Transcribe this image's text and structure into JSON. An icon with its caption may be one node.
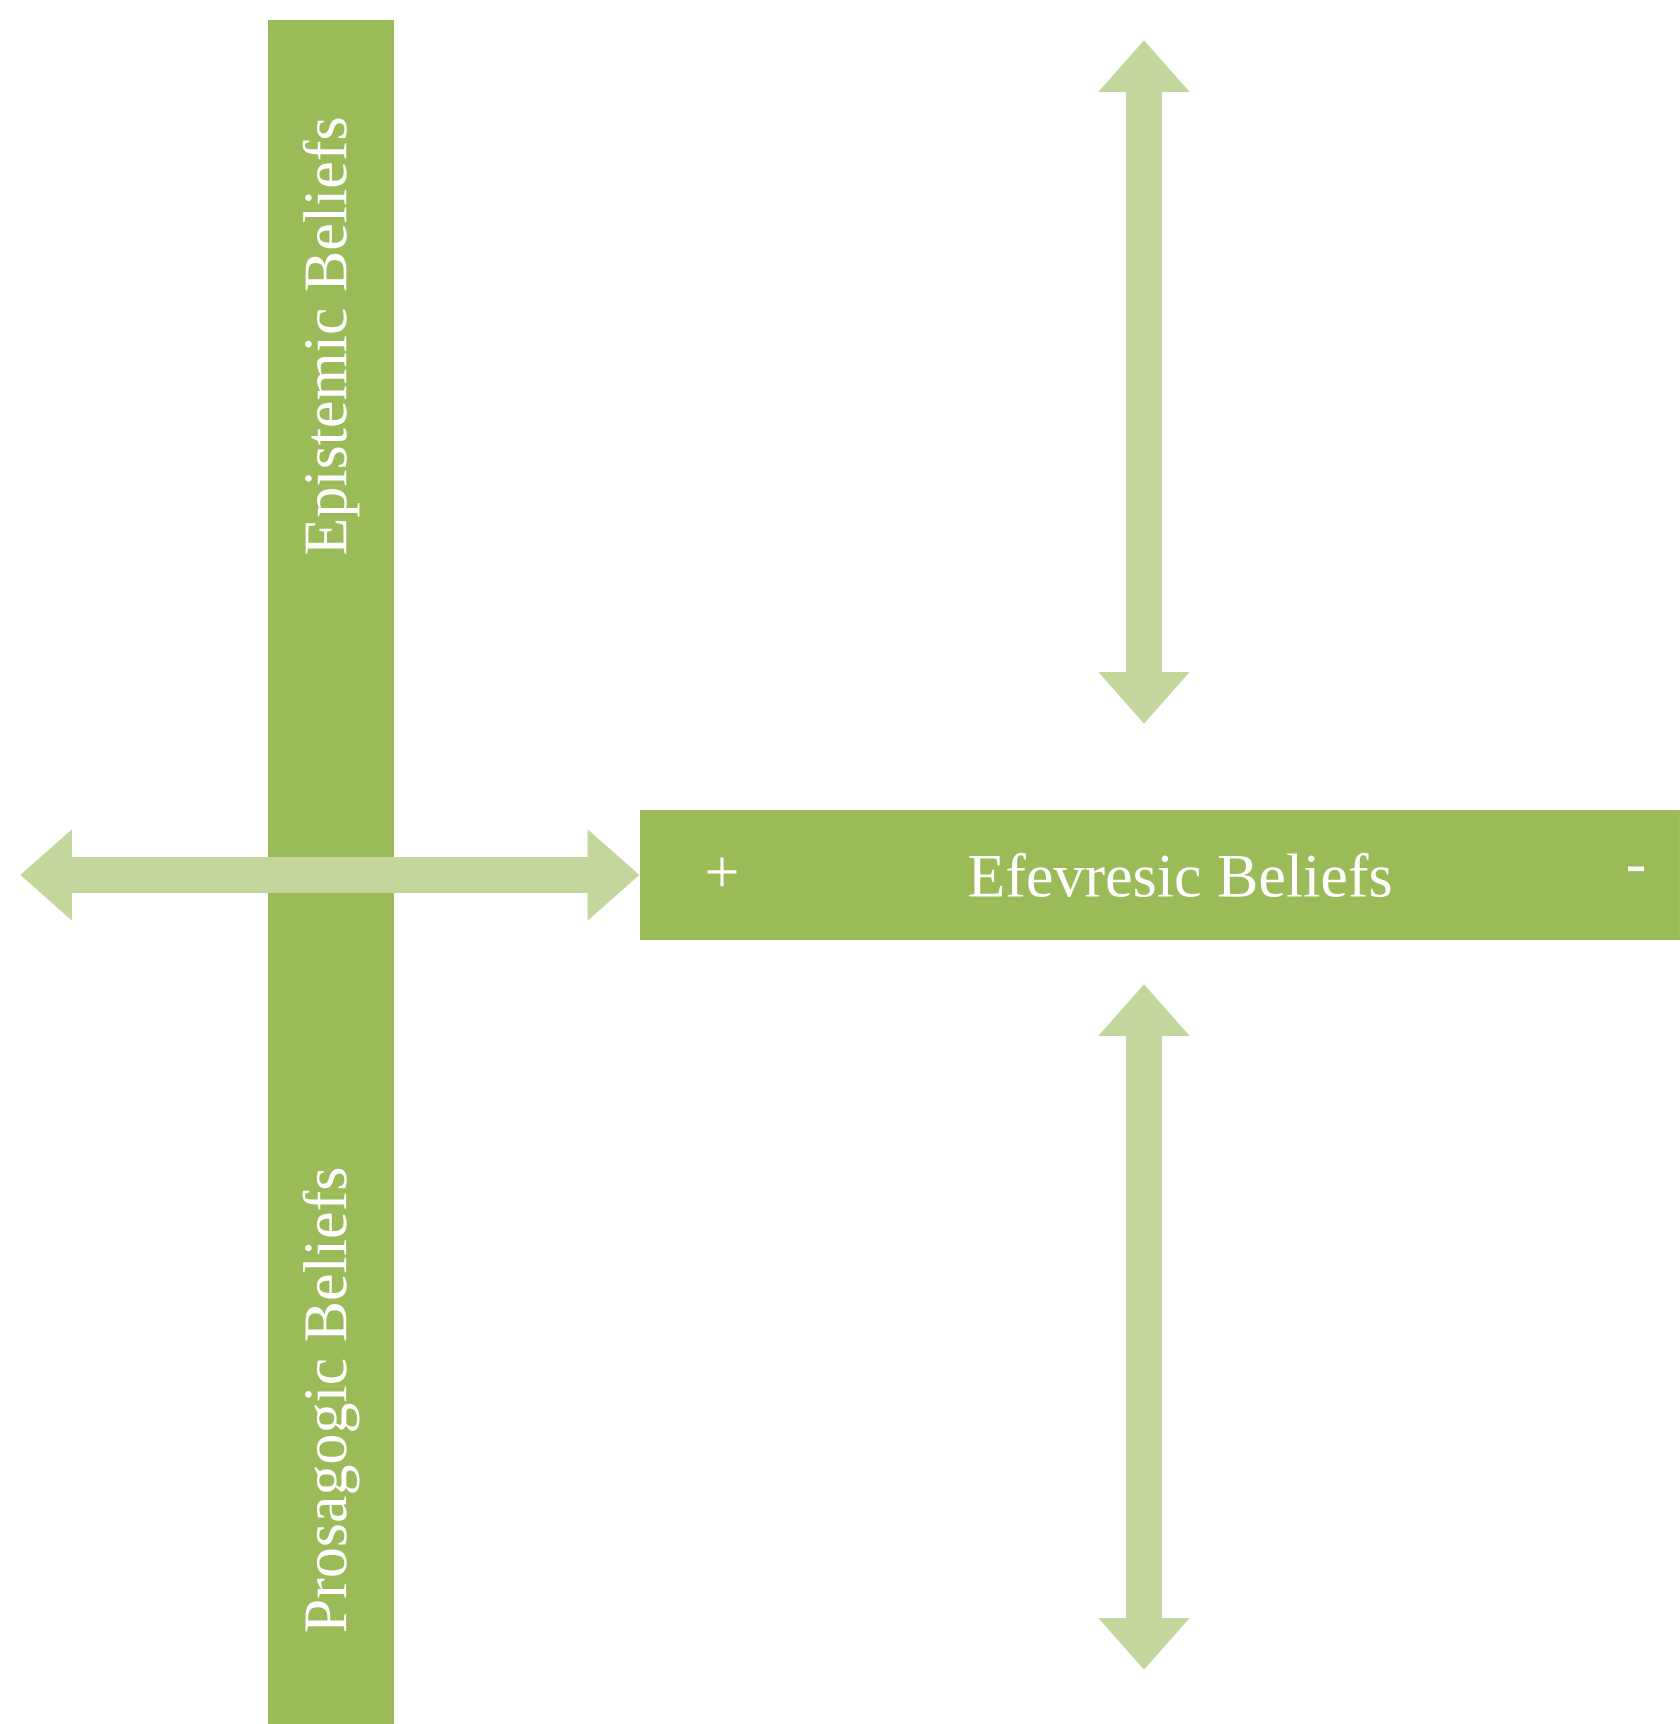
{
  "diagram": {
    "nodes": [
      {
        "text": [
          "Epistemic Beliefs",
          "Prosagogic Beliefs"
        ]
      },
      {
        "text": [
          "+",
          "Efevresic Beliefs",
          "-"
        ]
      }
    ],
    "edges": [
      {
        "from": null,
        "to": 1,
        "arrow": "both"
      }
    ]
  }
}
